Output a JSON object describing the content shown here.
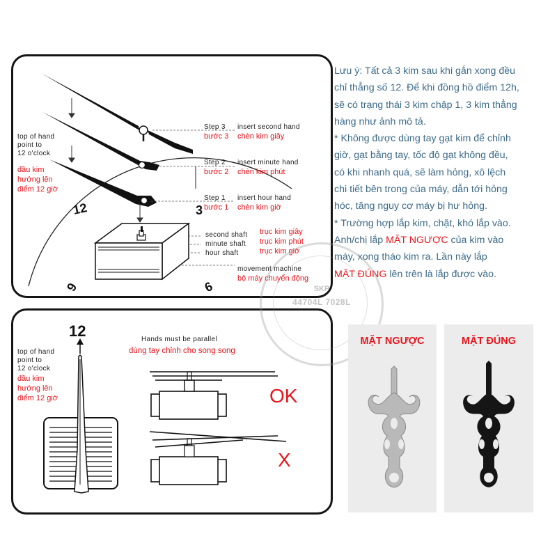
{
  "top_panel": {
    "step3_en": "Step 3",
    "step3_vi": "bước 3",
    "step3_action_en": "insert second hand",
    "step3_action_vi": "chèn kim giây",
    "step2_en": "Step 2",
    "step2_vi": "bước 2",
    "step2_action_en": "insert minute hand",
    "step2_action_vi": "chèn kim phút",
    "step1_en": "Step 1",
    "step1_vi": "bước 1",
    "step1_action_en": "insert hour hand",
    "step1_action_vi": "chèn kim giờ",
    "top_of_hand_line1": "top of hand",
    "top_of_hand_line2": "point to",
    "top_of_hand_line3": "12 o'clock",
    "vi_top_line1": "đầu kim",
    "vi_top_line2": "hướng lên",
    "vi_top_line3": "điểm 12 giờ",
    "second_shaft_en": "second shaft",
    "second_shaft_vi": "trục kim giây",
    "minute_shaft_en": "minute shaft",
    "minute_shaft_vi": "trục kim phút",
    "hour_shaft_en": "hour shaft",
    "hour_shaft_vi": "trục kim giờ",
    "movement_en": "movement  machine",
    "movement_vi": "bộ máy chuyển động",
    "numeral_12": "12",
    "numeral_3": "3",
    "numeral_9": "9",
    "numeral_6": "6"
  },
  "bottom_panel": {
    "numeral_12": "12",
    "top_of_hand_line1": "top of hand",
    "top_of_hand_line2": "point to",
    "top_of_hand_line3": "12 o'clock",
    "vi_top_line1": "đầu kim",
    "vi_top_line2": "hướng lên",
    "vi_top_line3": "điểm 12 giờ",
    "parallel_en": "Hands must be parallel",
    "parallel_vi": "dùng tay chỉnh cho song song",
    "ok_label": "OK",
    "x_label": "X"
  },
  "note": {
    "line1": "Lưu ý: Tất cả 3 kim sau khi gắn xong đều",
    "line2": "chỉ thẳng số 12. Để khi đồng hồ điểm 12h,",
    "line3": "sẽ có trạng thái 3 kim chập 1, 3 kim thẳng",
    "line4": "hàng như ảnh mô tả.",
    "line5": "* Không được dùng tay gạt kim để chỉnh",
    "line6": "giờ, gạt bằng tay, tốc độ gạt không đều,",
    "line7": "có khi nhanh quá, sẽ làm hỏng, xô lệch",
    "line8": "chi tiết bên trong của máy, dẫn tới hỏng",
    "line9": "hóc, tăng nguy cơ máy bị hư hỏng.",
    "line10": "* Trường hợp lắp kim, chặt, khó lắp vào.",
    "line11_pre": "Anh/chị lắp ",
    "line11_hl": "MẶT NGƯỢC",
    "line11_post": " của kim vào",
    "line12": "máy, xong tháo kim ra. Lần này lắp",
    "line13_hl": "MẶT ĐÚNG",
    "line13_post": " lên trên là lắp được vào."
  },
  "photos": {
    "reverse_label": "MẶT NGƯỢC",
    "correct_label": "MẶT ĐÚNG",
    "reverse_color": "#b9b9b9",
    "correct_color": "#151515"
  },
  "watermark": {
    "code": "44704L 7028L",
    "skp": "SKP"
  },
  "colors": {
    "accent_red": "#e8141c",
    "note_blue": "#3c6a88"
  }
}
